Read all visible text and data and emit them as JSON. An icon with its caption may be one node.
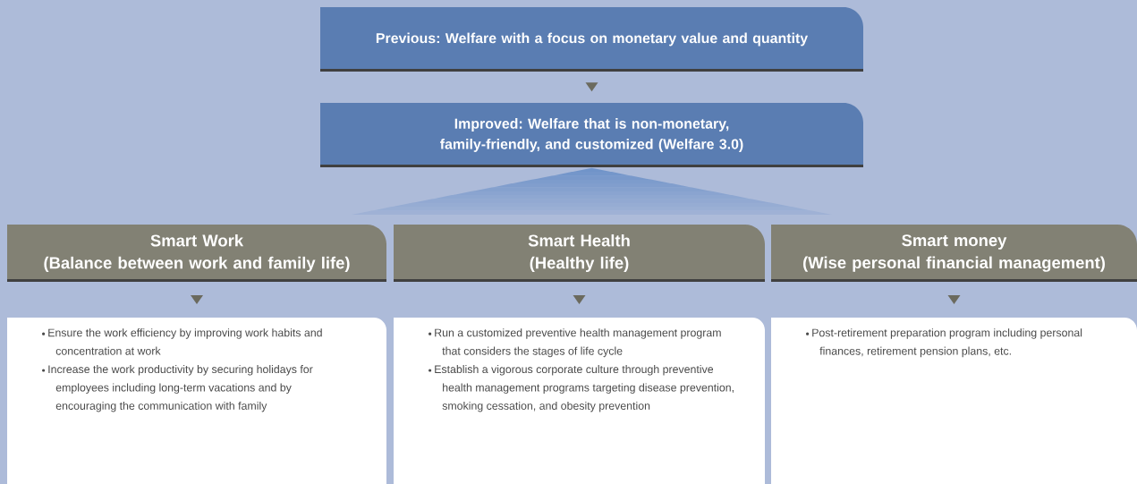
{
  "diagram": {
    "nodes": [
      {
        "text": [
          "Previous: Welfare with a focus on monetary value and quantity"
        ]
      },
      {
        "text": [
          "Improved: Welfare that is non-monetary, family-friendly, and customized (Welfare 3.0)"
        ]
      },
      {
        "text": [
          "Smart Work",
          "(Balance between work and family life)"
        ]
      },
      {
        "text": [
          "Smart Health",
          "(Healthy life)"
        ]
      },
      {
        "text": [
          "Smart money",
          "(Wise personal financial management)"
        ]
      },
      {
        "text": [
          "Ensure the work efficiency by improving work habits and concentration at work",
          "Increase the work productivity by securing holidays for employees including long-term vacations and by encouraging the communication with family"
        ]
      },
      {
        "text": [
          "Run a customized preventive health management program that considers the stages of life cycle",
          "Establish a vigorous corporate culture through preventive health management programs targeting disease prevention, smoking cessation, and obesity prevention"
        ]
      },
      {
        "text": [
          "Post-retirement preparation program including personal finances, retirement pension plans, etc."
        ]
      }
    ],
    "edges": [
      {
        "from": 0,
        "to": 1,
        "arrow": "to"
      },
      {
        "from": 2,
        "to": 5,
        "arrow": "to"
      },
      {
        "from": 3,
        "to": 6,
        "arrow": "to"
      },
      {
        "from": 4,
        "to": 7,
        "arrow": "to"
      }
    ]
  }
}
